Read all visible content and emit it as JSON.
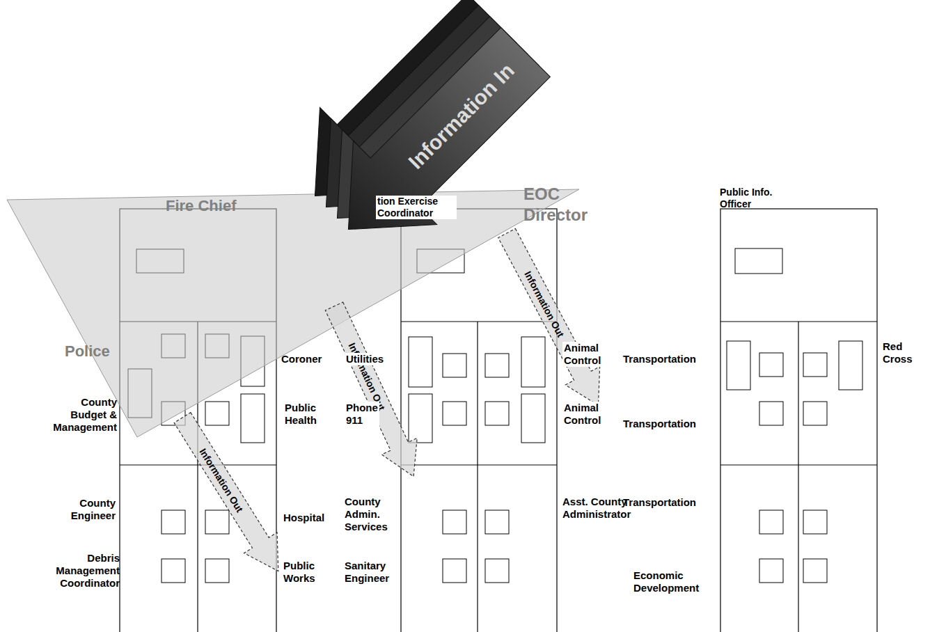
{
  "diagram": {
    "labels": [
      "Information In",
      "Fire Chief",
      "tion Exercise Coordinator",
      "EOC Director",
      "Public Info. Officer",
      "Information Out",
      "Information Out",
      "Police",
      "Coroner",
      "Utilities",
      "Animal Control",
      "Transportation",
      "Red Cross",
      "County Budget & Management",
      "Public Health",
      "Phone 911",
      "Animal Control",
      "Transportation",
      "Information Out",
      "County Engineer",
      "Hospital",
      "County Admin. Services",
      "Asst. County Administrator",
      "Transportation",
      "Debris Management Coordinator",
      "Public Works",
      "Sanitary Engineer",
      "Economic Development"
    ]
  }
}
